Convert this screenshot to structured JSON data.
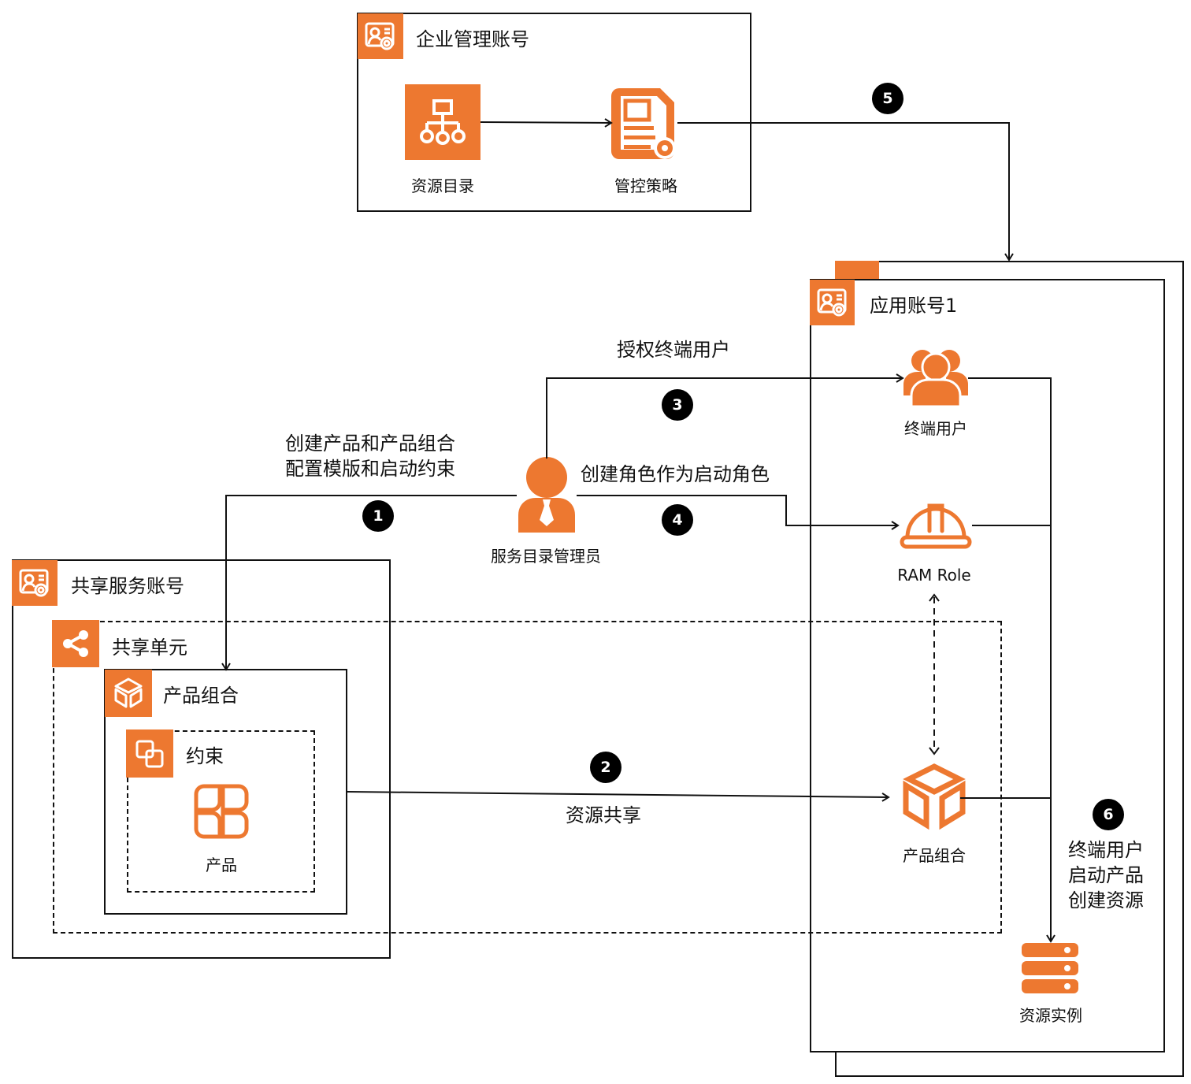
{
  "colors": {
    "accent": "#ED7830",
    "line": "#111111",
    "badge": "#000000"
  },
  "enterprise_account": {
    "title": "企业管理账号",
    "icon": "account-settings-icon",
    "nodes": [
      {
        "label": "资源目录",
        "icon": "org-tree-icon"
      },
      {
        "label": "管控策略",
        "icon": "policy-document-gear-icon"
      }
    ]
  },
  "app_account": {
    "title": "应用账号1",
    "icon": "account-settings-icon",
    "nodes": [
      {
        "label": "终端用户",
        "icon": "users-group-icon"
      },
      {
        "label": "RAM Role",
        "icon": "hard-hat-icon"
      },
      {
        "label": "产品组合",
        "icon": "cube-icon"
      },
      {
        "label": "资源实例",
        "icon": "server-stack-icon"
      }
    ]
  },
  "shared_account": {
    "title": "共享服务账号",
    "icon": "account-settings-icon",
    "share_unit": {
      "title": "共享单元",
      "icon": "share-icon"
    },
    "portfolio": {
      "title": "产品组合",
      "icon": "cube-icon"
    },
    "constraint": {
      "title": "约束",
      "icon": "overlap-squares-icon"
    },
    "product": {
      "label": "产品",
      "icon": "four-petal-grid-icon"
    }
  },
  "admin": {
    "label": "服务目录管理员",
    "icon": "admin-person-icon"
  },
  "steps": [
    {
      "num": "1",
      "text": [
        "创建产品和产品组合",
        "配置模版和启动约束"
      ]
    },
    {
      "num": "2",
      "text": [
        "资源共享"
      ]
    },
    {
      "num": "3",
      "text": [
        "授权终端用户"
      ]
    },
    {
      "num": "4",
      "text": [
        "创建角色作为启动角色"
      ]
    },
    {
      "num": "5",
      "text": []
    },
    {
      "num": "6",
      "text": [
        "终端用户",
        "启动产品",
        "创建资源"
      ]
    }
  ]
}
